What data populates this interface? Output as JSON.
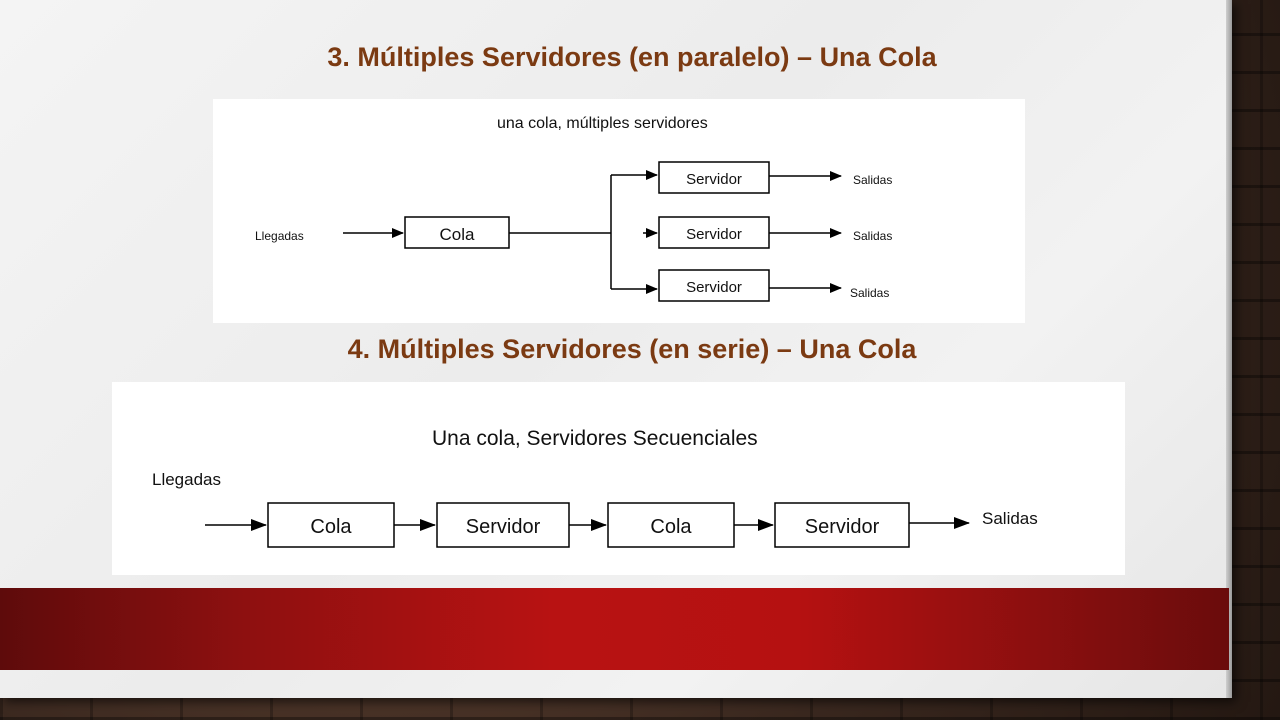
{
  "slide": {
    "title_parallel": "3. Múltiples Servidores (en paralelo) – Una Cola",
    "title_serie": "4. Múltiples Servidores (en serie) – Una Cola"
  },
  "diagram_parallel": {
    "caption": "una cola, múltiples servidores",
    "arrivals": "Llegadas",
    "queue": "Cola",
    "servers": [
      "Servidor",
      "Servidor",
      "Servidor"
    ],
    "outputs": [
      "Salidas",
      "Salidas",
      "Salidas"
    ]
  },
  "diagram_serie": {
    "caption": "Una cola, Servidores Secuenciales",
    "arrivals": "Llegadas",
    "stages": [
      "Cola",
      "Servidor",
      "Cola",
      "Servidor"
    ],
    "output": "Salidas"
  },
  "colors": {
    "title": "#7b3a12",
    "bar": "#b81212"
  }
}
